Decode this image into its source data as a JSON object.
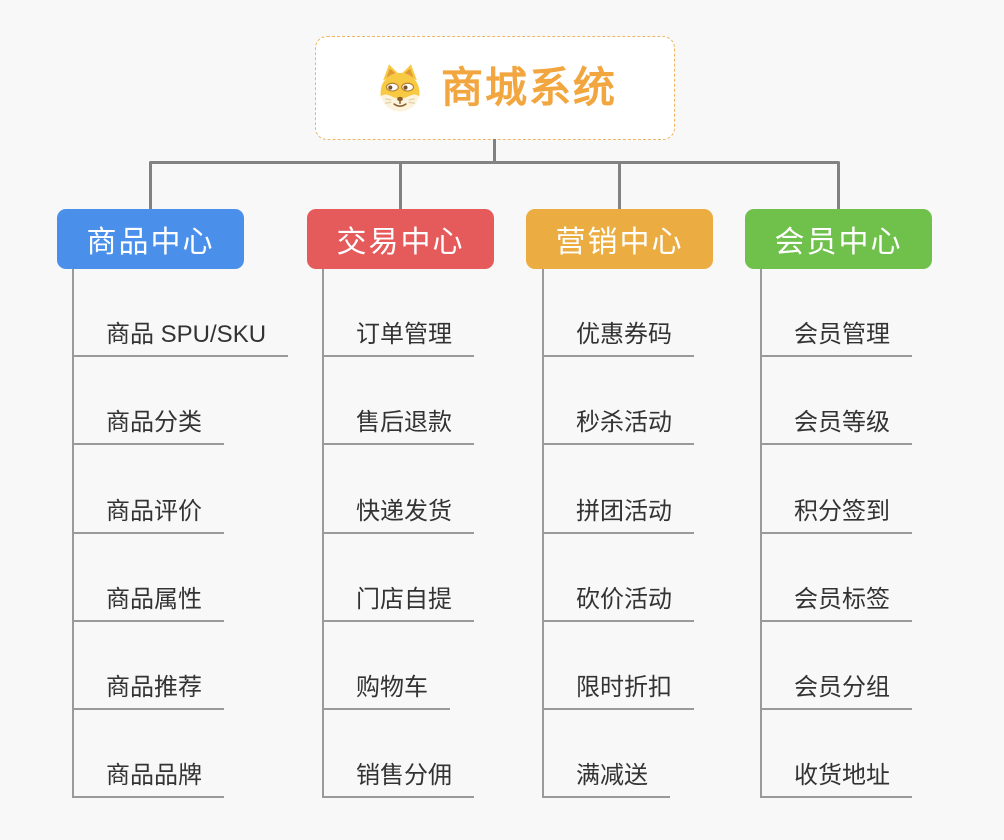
{
  "page": {
    "background_color": "#f8f8f8",
    "connector_color": "#828282",
    "leaf_line_color": "#9a9a9a",
    "leaf_text_color": "#333333"
  },
  "root": {
    "title": "商城系统",
    "icon": "shiba-dog-icon",
    "title_color": "#f2a640",
    "border_color": "#efb562"
  },
  "branches": [
    {
      "label": "商品中心",
      "color": "#4a90eb",
      "children": [
        "商品 SPU/SKU",
        "商品分类",
        "商品评价",
        "商品属性",
        "商品推荐",
        "商品品牌"
      ]
    },
    {
      "label": "交易中心",
      "color": "#e55b5c",
      "children": [
        "订单管理",
        "售后退款",
        "快递发货",
        "门店自提",
        "购物车",
        "销售分佣"
      ]
    },
    {
      "label": "营销中心",
      "color": "#ebad42",
      "children": [
        "优惠券码",
        "秒杀活动",
        "拼团活动",
        "砍价活动",
        "限时折扣",
        "满减送"
      ]
    },
    {
      "label": "会员中心",
      "color": "#6fc14b",
      "children": [
        "会员管理",
        "会员等级",
        "积分签到",
        "会员标签",
        "会员分组",
        "收货地址"
      ]
    }
  ]
}
